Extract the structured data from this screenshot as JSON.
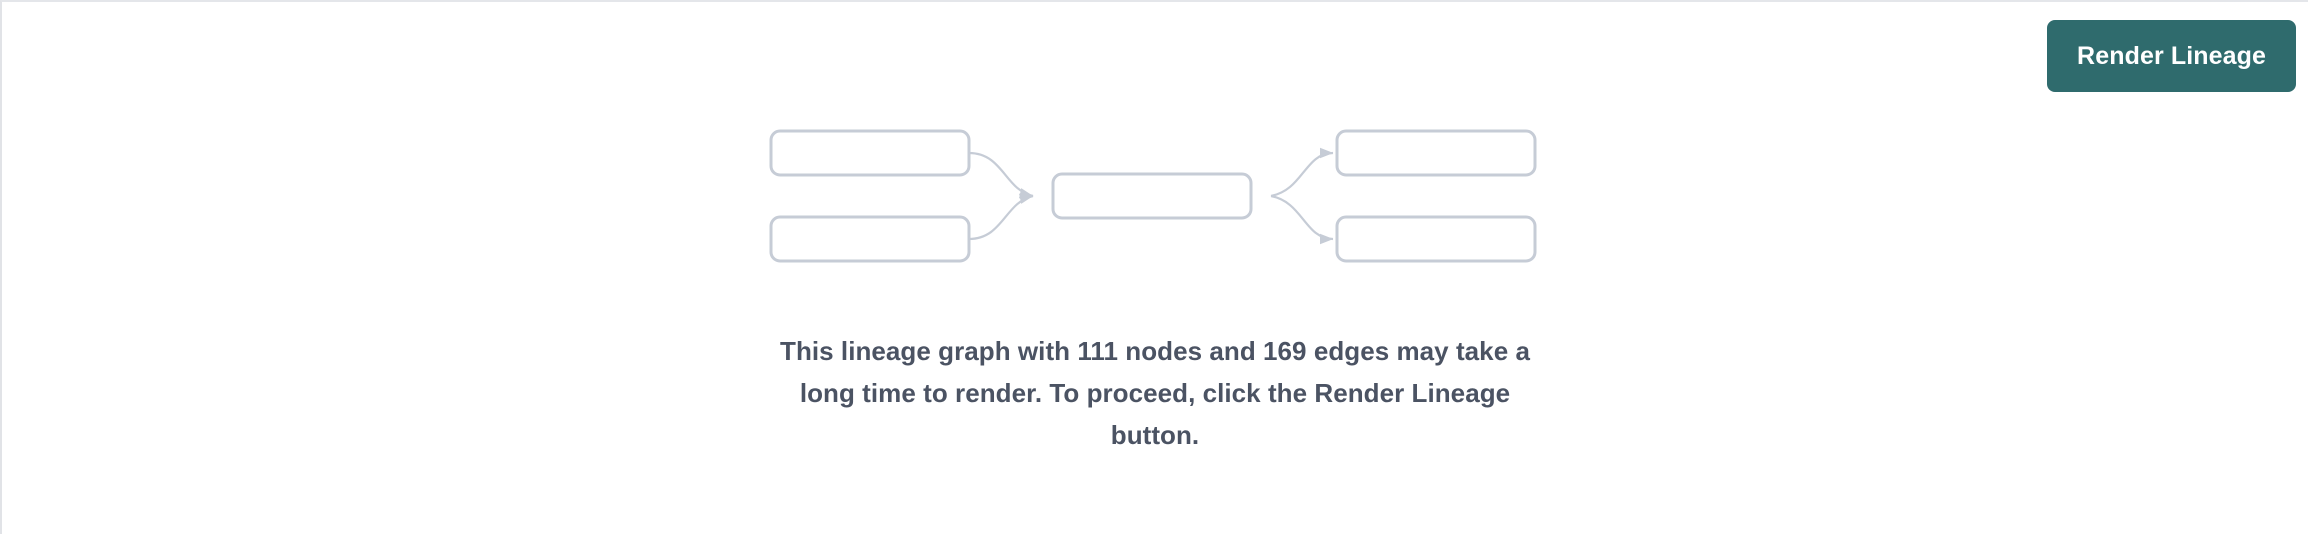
{
  "toolbar": {
    "render_button_label": "Render Lineage",
    "render_button_color": "#2f6b6d",
    "render_button_text_color": "#ffffff"
  },
  "empty_state": {
    "message": "This lineage graph with 111 nodes and 169 edges may take a long time to render. To proceed, click the Render Lineage button.",
    "node_count": 111,
    "edge_count": 169,
    "text_color": "#4b5363",
    "illustration": {
      "node_border_color": "#c6ccd6",
      "node_fill_color": "#ffffff",
      "edge_color": "#c6ccd6",
      "nodes": [
        {
          "id": "upstream-1",
          "column": "left",
          "row": 1
        },
        {
          "id": "upstream-2",
          "column": "left",
          "row": 2
        },
        {
          "id": "focus",
          "column": "center",
          "row": 1
        },
        {
          "id": "downstream-1",
          "column": "right",
          "row": 1
        },
        {
          "id": "downstream-2",
          "column": "right",
          "row": 2
        }
      ],
      "edges": [
        {
          "from": "upstream-1",
          "to": "focus"
        },
        {
          "from": "upstream-2",
          "to": "focus"
        },
        {
          "from": "focus",
          "to": "downstream-1"
        },
        {
          "from": "focus",
          "to": "downstream-2"
        }
      ]
    }
  },
  "canvas": {
    "background_color": "#ffffff",
    "border_color": "#e4e6ea"
  }
}
